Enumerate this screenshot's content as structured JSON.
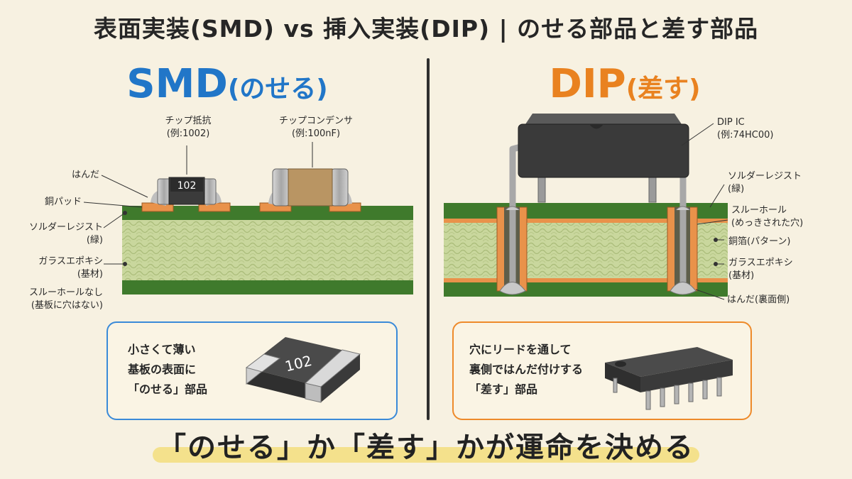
{
  "title": "表面実装(SMD) vs 挿入実装(DIP) | のせる部品と差す部品",
  "smd": {
    "heading_main": "SMD",
    "heading_sub": "(のせる)",
    "color": "#2176c8",
    "chip_resistor_label": "チップ抵抗",
    "chip_resistor_example": "(例:1002)",
    "chip_capacitor_label": "チップコンデンサ",
    "chip_capacitor_example": "(例:100nF)",
    "resistor_marking": "102",
    "callouts": {
      "solder": "はんだ",
      "copper_pad": "銅パッド",
      "solder_resist": "ソルダーレジスト",
      "solder_resist_note": "(緑)",
      "glass_epoxy": "ガラスエポキシ",
      "glass_epoxy_note": "(基材)",
      "no_through_hole": "スルーホールなし",
      "no_through_hole_note": "(基板に穴はない)"
    },
    "box_lines": [
      "小さくて薄い",
      "基板の表面に",
      "「のせる」部品"
    ],
    "box_part_marking": "102",
    "box_color": "#3a8ad8"
  },
  "dip": {
    "heading_main": "DIP",
    "heading_sub": "(差す)",
    "color": "#e98220",
    "ic_label": "DIP IC",
    "ic_example": "(例:74HC00)",
    "callouts": {
      "solder_resist": "ソルダーレジスト",
      "solder_resist_note": "(緑)",
      "through_hole": "スルーホール",
      "through_hole_note": "(めっきされた穴)",
      "copper_foil": "銅箔(パターン)",
      "glass_epoxy": "ガラスエポキシ",
      "glass_epoxy_note": "(基材)",
      "solder_back": "はんだ(裏面側)"
    },
    "box_lines": [
      "穴にリードを通して",
      "裏側ではんだ付けする",
      "「差す」部品"
    ],
    "box_color": "#ee8a2a"
  },
  "slogan": "「のせる」か「差す」かが運命を決める",
  "colors": {
    "background": "#f7f1e1",
    "pcb_green": "#3f7a2c",
    "pcb_core": "#c7d59a",
    "copper": "#e9924a",
    "highlight": "#f3de7c"
  }
}
